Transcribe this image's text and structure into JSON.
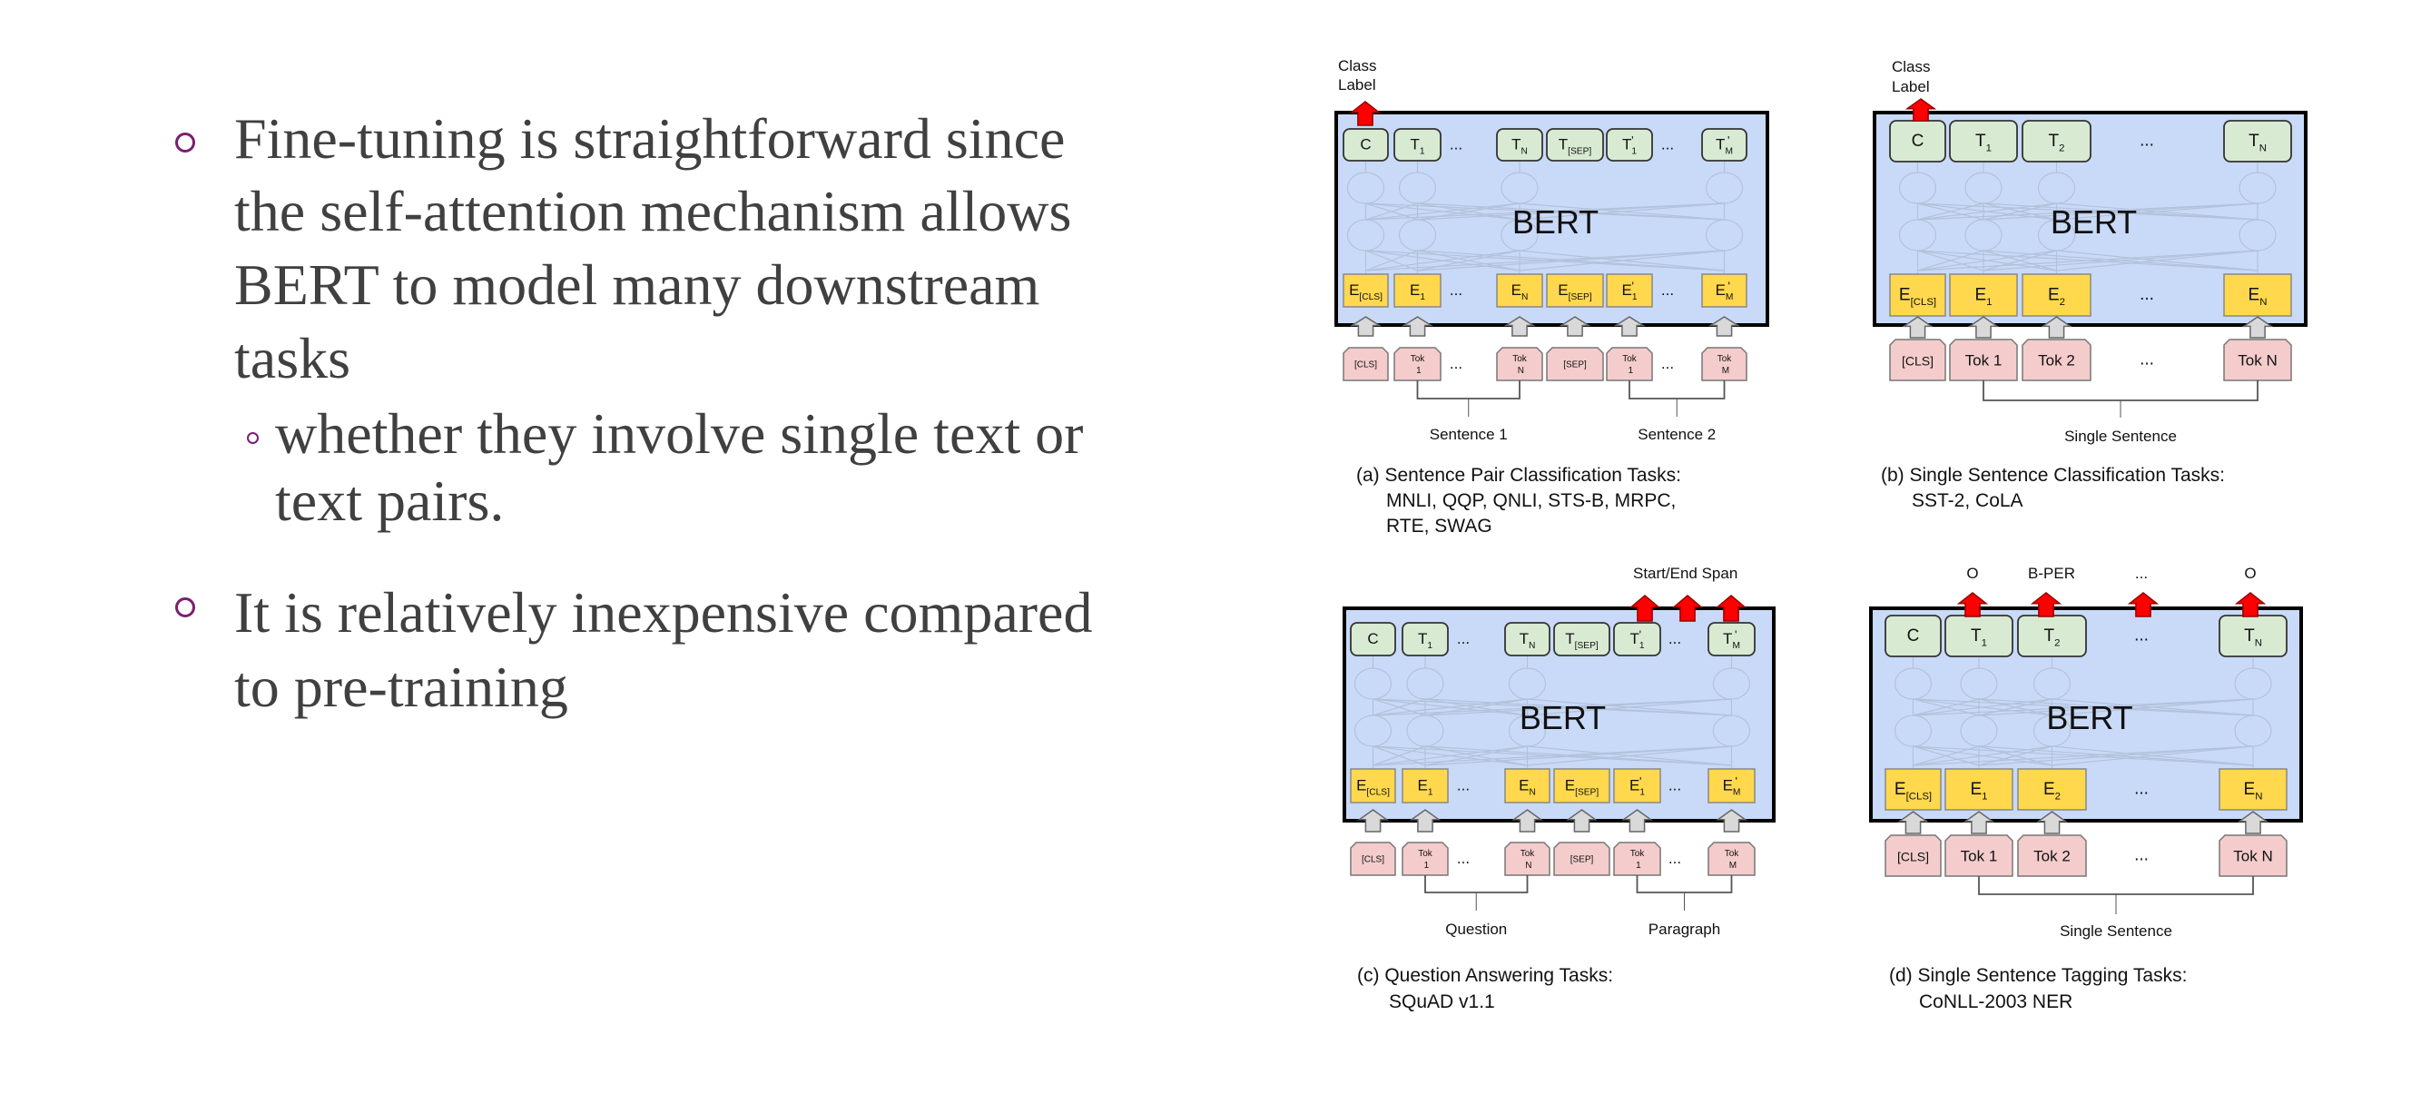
{
  "slide": {
    "bullets": [
      {
        "lines": [
          "Fine-tuning is straightforward since",
          "the self-attention mechanism allows",
          "BERT to model many downstream",
          "tasks"
        ],
        "sub": {
          "lines": [
            "whether they involve single text or",
            "text pairs."
          ]
        }
      },
      {
        "lines": [
          "It is relatively inexpensive compared",
          "to pre-training"
        ]
      }
    ]
  },
  "colors": {
    "text": "#404040",
    "bullet": "#7a1f6e",
    "bert_fill": "#c9daf8",
    "output_fill": "#d9ead3",
    "embedding_fill": "#ffd84d",
    "token_fill": "#f4cccc",
    "output_arrow": "#ff0000",
    "input_arrow": "#d9d9d9"
  },
  "figure": {
    "panels": [
      {
        "id": "a",
        "model_label": "BERT",
        "top_labels": [
          "Class",
          "Label"
        ],
        "outputs": [
          {
            "b": "C"
          },
          {
            "b": "T",
            "s": "1"
          },
          {
            "b": "..."
          },
          {
            "b": "T",
            "s": "N"
          },
          {
            "b": "T",
            "s": "[SEP]"
          },
          {
            "b": "T",
            "s": "1",
            "p": "'"
          },
          {
            "b": "..."
          },
          {
            "b": "T",
            "s": "M",
            "p": "'"
          }
        ],
        "embeddings": [
          {
            "b": "E",
            "s": "[CLS]"
          },
          {
            "b": "E",
            "s": "1"
          },
          {
            "b": "..."
          },
          {
            "b": "E",
            "s": "N"
          },
          {
            "b": "E",
            "s": "[SEP]"
          },
          {
            "b": "E",
            "s": "1",
            "p": "'"
          },
          {
            "b": "..."
          },
          {
            "b": "E",
            "s": "M",
            "p": "'"
          }
        ],
        "inputs": [
          "[CLS]",
          "Tok 1",
          "...",
          "Tok N",
          "[SEP]",
          "Tok 1",
          "...",
          "Tok M"
        ],
        "groups": [
          "Sentence 1",
          "Sentence 2"
        ],
        "caption": [
          "(a) Sentence Pair Classification Tasks:",
          "MNLI, QQP, QNLI, STS-B, MRPC,",
          "RTE, SWAG"
        ]
      },
      {
        "id": "b",
        "model_label": "BERT",
        "top_labels": [
          "Class",
          "Label"
        ],
        "outputs": [
          {
            "b": "C"
          },
          {
            "b": "T",
            "s": "1"
          },
          {
            "b": "T",
            "s": "2"
          },
          {
            "b": "..."
          },
          {
            "b": "T",
            "s": "N"
          }
        ],
        "embeddings": [
          {
            "b": "E",
            "s": "[CLS]"
          },
          {
            "b": "E",
            "s": "1"
          },
          {
            "b": "E",
            "s": "2"
          },
          {
            "b": "..."
          },
          {
            "b": "E",
            "s": "N"
          }
        ],
        "inputs": [
          "[CLS]",
          "Tok 1",
          "Tok 2",
          "...",
          "Tok N"
        ],
        "groups": [
          "Single Sentence"
        ],
        "caption": [
          "(b) Single Sentence Classification Tasks:",
          "SST-2, CoLA"
        ]
      },
      {
        "id": "c",
        "model_label": "BERT",
        "top_labels": [
          "Start/End Span"
        ],
        "outputs": [
          {
            "b": "C"
          },
          {
            "b": "T",
            "s": "1"
          },
          {
            "b": "..."
          },
          {
            "b": "T",
            "s": "N"
          },
          {
            "b": "T",
            "s": "[SEP]"
          },
          {
            "b": "T",
            "s": "1",
            "p": "'"
          },
          {
            "b": "..."
          },
          {
            "b": "T",
            "s": "M",
            "p": "'"
          }
        ],
        "embeddings": [
          {
            "b": "E",
            "s": "[CLS]"
          },
          {
            "b": "E",
            "s": "1"
          },
          {
            "b": "..."
          },
          {
            "b": "E",
            "s": "N"
          },
          {
            "b": "E",
            "s": "[SEP]"
          },
          {
            "b": "E",
            "s": "1",
            "p": "'"
          },
          {
            "b": "..."
          },
          {
            "b": "E",
            "s": "M",
            "p": "'"
          }
        ],
        "inputs": [
          "[CLS]",
          "Tok 1",
          "...",
          "Tok N",
          "[SEP]",
          "Tok 1",
          "...",
          "Tok M"
        ],
        "groups": [
          "Question",
          "Paragraph"
        ],
        "caption": [
          "(c) Question Answering Tasks:",
          "SQuAD v1.1"
        ]
      },
      {
        "id": "d",
        "model_label": "BERT",
        "top_labels": [
          "O",
          "B-PER",
          "...",
          "O"
        ],
        "outputs": [
          {
            "b": "C"
          },
          {
            "b": "T",
            "s": "1"
          },
          {
            "b": "T",
            "s": "2"
          },
          {
            "b": "..."
          },
          {
            "b": "T",
            "s": "N"
          }
        ],
        "embeddings": [
          {
            "b": "E",
            "s": "[CLS]"
          },
          {
            "b": "E",
            "s": "1"
          },
          {
            "b": "E",
            "s": "2"
          },
          {
            "b": "..."
          },
          {
            "b": "E",
            "s": "N"
          }
        ],
        "inputs": [
          "[CLS]",
          "Tok 1",
          "Tok 2",
          "...",
          "Tok N"
        ],
        "groups": [
          "Single Sentence"
        ],
        "caption": [
          "(d) Single Sentence Tagging Tasks:",
          "CoNLL-2003 NER"
        ]
      }
    ]
  }
}
